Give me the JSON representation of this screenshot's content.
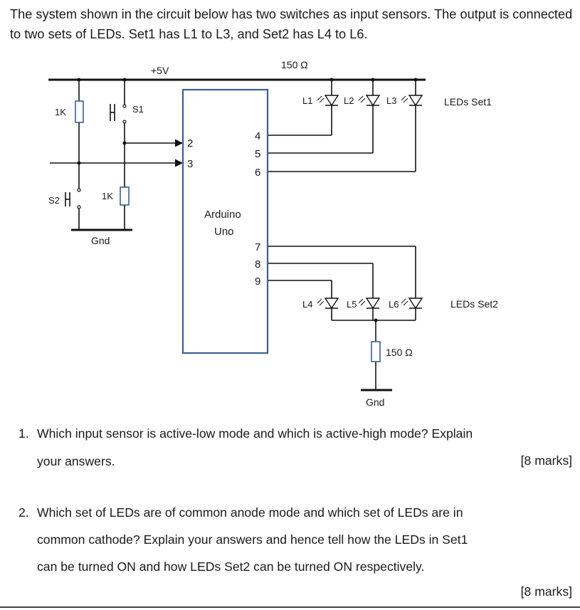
{
  "intro": "The system shown in the circuit below has two switches as input sensors. The output is connected to two sets of LEDs. Set1 has L1 to L3, and Set2 has L4 to L6.",
  "circuit": {
    "supply": "+5V",
    "gnd_left": "Gnd",
    "gnd_right": "Gnd",
    "r_top": "150 Ω",
    "r_bottom": "150 Ω",
    "r1": "1K",
    "r2": "1K",
    "s1": "S1",
    "s2": "S2",
    "arduino_line1": "Arduino",
    "arduino_line2": "Uno",
    "pins": [
      "2",
      "3",
      "4",
      "5",
      "6",
      "7",
      "8",
      "9"
    ],
    "leds_set1": [
      "L1",
      "L2",
      "L3"
    ],
    "leds_set2": [
      "L4",
      "L5",
      "L6"
    ],
    "set1_label": "LEDs Set1",
    "set2_label": "LEDs Set2"
  },
  "questions": [
    {
      "number": "1.",
      "line1": "Which input sensor is active-low mode and which is active-high mode? Explain",
      "line2": "your answers.",
      "marks": "[8 marks]"
    },
    {
      "number": "2.",
      "line1": "Which set of LEDs are of common anode mode and which set of LEDs are in",
      "line2": "common cathode? Explain your answers and hence tell how the LEDs in Set1",
      "line3": "can be turned ON and how LEDs Set2 can be turned ON respectively.",
      "marks": "[8 marks]"
    }
  ],
  "colors": {
    "wire": "#111111",
    "arduino_border": "#3a5f95",
    "resistor_border": "#3a5f95",
    "text": "#1a1a1a"
  }
}
